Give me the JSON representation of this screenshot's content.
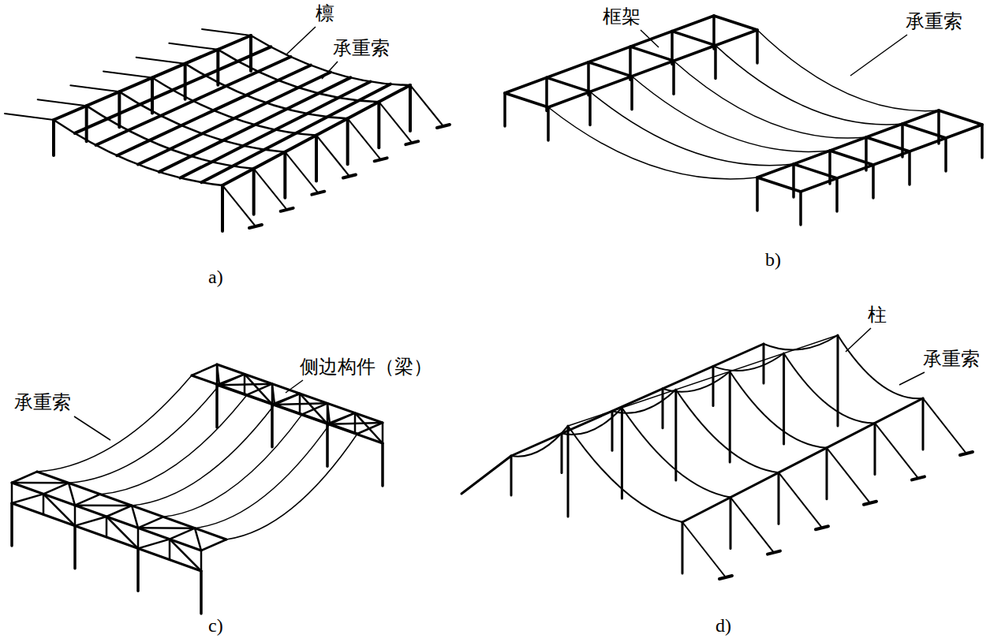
{
  "diagram": {
    "labels": [
      "檩",
      "承重索",
      "框架",
      "承重索",
      "承重索",
      "侧边构件（梁）",
      "柱",
      "承重索",
      "a)",
      "b)",
      "c)",
      "d)"
    ]
  }
}
